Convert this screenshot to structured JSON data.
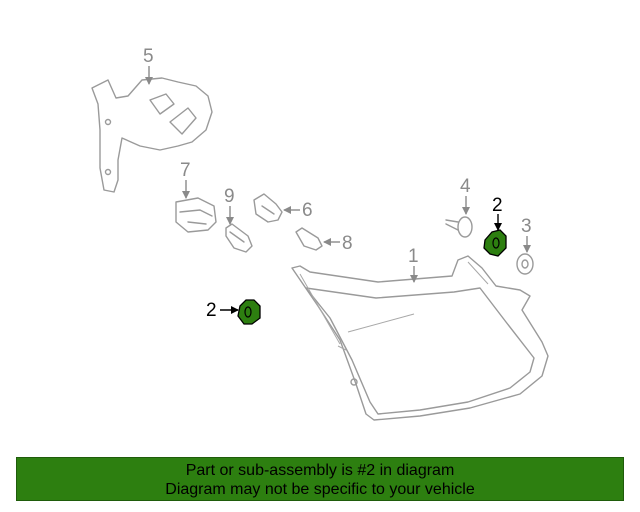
{
  "callouts": {
    "c1": "1",
    "c2a": "2",
    "c2b": "2",
    "c3": "3",
    "c4": "4",
    "c5": "5",
    "c6": "6",
    "c7": "7",
    "c8": "8",
    "c9": "9"
  },
  "highlight": {
    "part": "2",
    "fill_color": "#2d7f10"
  },
  "banner": {
    "line1": "Part or sub-assembly is #2 in diagram",
    "line2": "Diagram may not be specific to your vehicle",
    "background_color": "#2d7f10"
  }
}
